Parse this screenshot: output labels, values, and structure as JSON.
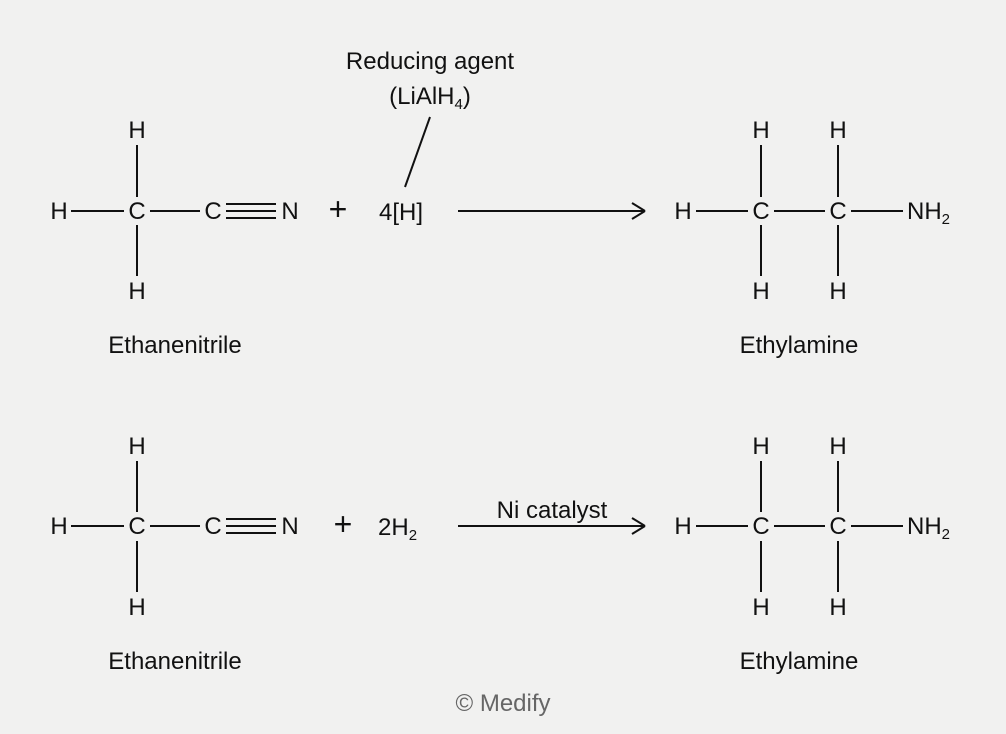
{
  "reaction1": {
    "reactant": {
      "atoms": {
        "h_top": "H",
        "h_left": "H",
        "h_bottom": "H",
        "c1": "C",
        "c2": "C",
        "n": "N"
      },
      "name": "Ethanenitrile"
    },
    "plus": "+",
    "reagent": "4[H]",
    "condition_line1": "Reducing agent",
    "condition_open": "(LiAlH",
    "condition_sub": "4",
    "condition_close": ")",
    "product": {
      "atoms": {
        "h_top1": "H",
        "h_top2": "H",
        "h_left": "H",
        "c1": "C",
        "c2": "C",
        "nh": "NH",
        "nh_sub": "2",
        "h_bottom1": "H",
        "h_bottom2": "H"
      },
      "name": "Ethylamine"
    }
  },
  "reaction2": {
    "reactant": {
      "atoms": {
        "h_top": "H",
        "h_left": "H",
        "h_bottom": "H",
        "c1": "C",
        "c2": "C",
        "n": "N"
      },
      "name": "Ethanenitrile"
    },
    "plus": "+",
    "reagent_main": "2H",
    "reagent_sub": "2",
    "condition": "Ni catalyst",
    "product": {
      "atoms": {
        "h_top1": "H",
        "h_top2": "H",
        "h_left": "H",
        "c1": "C",
        "c2": "C",
        "nh": "NH",
        "nh_sub": "2",
        "h_bottom1": "H",
        "h_bottom2": "H"
      },
      "name": "Ethylamine"
    }
  },
  "copyright": "© Medify"
}
